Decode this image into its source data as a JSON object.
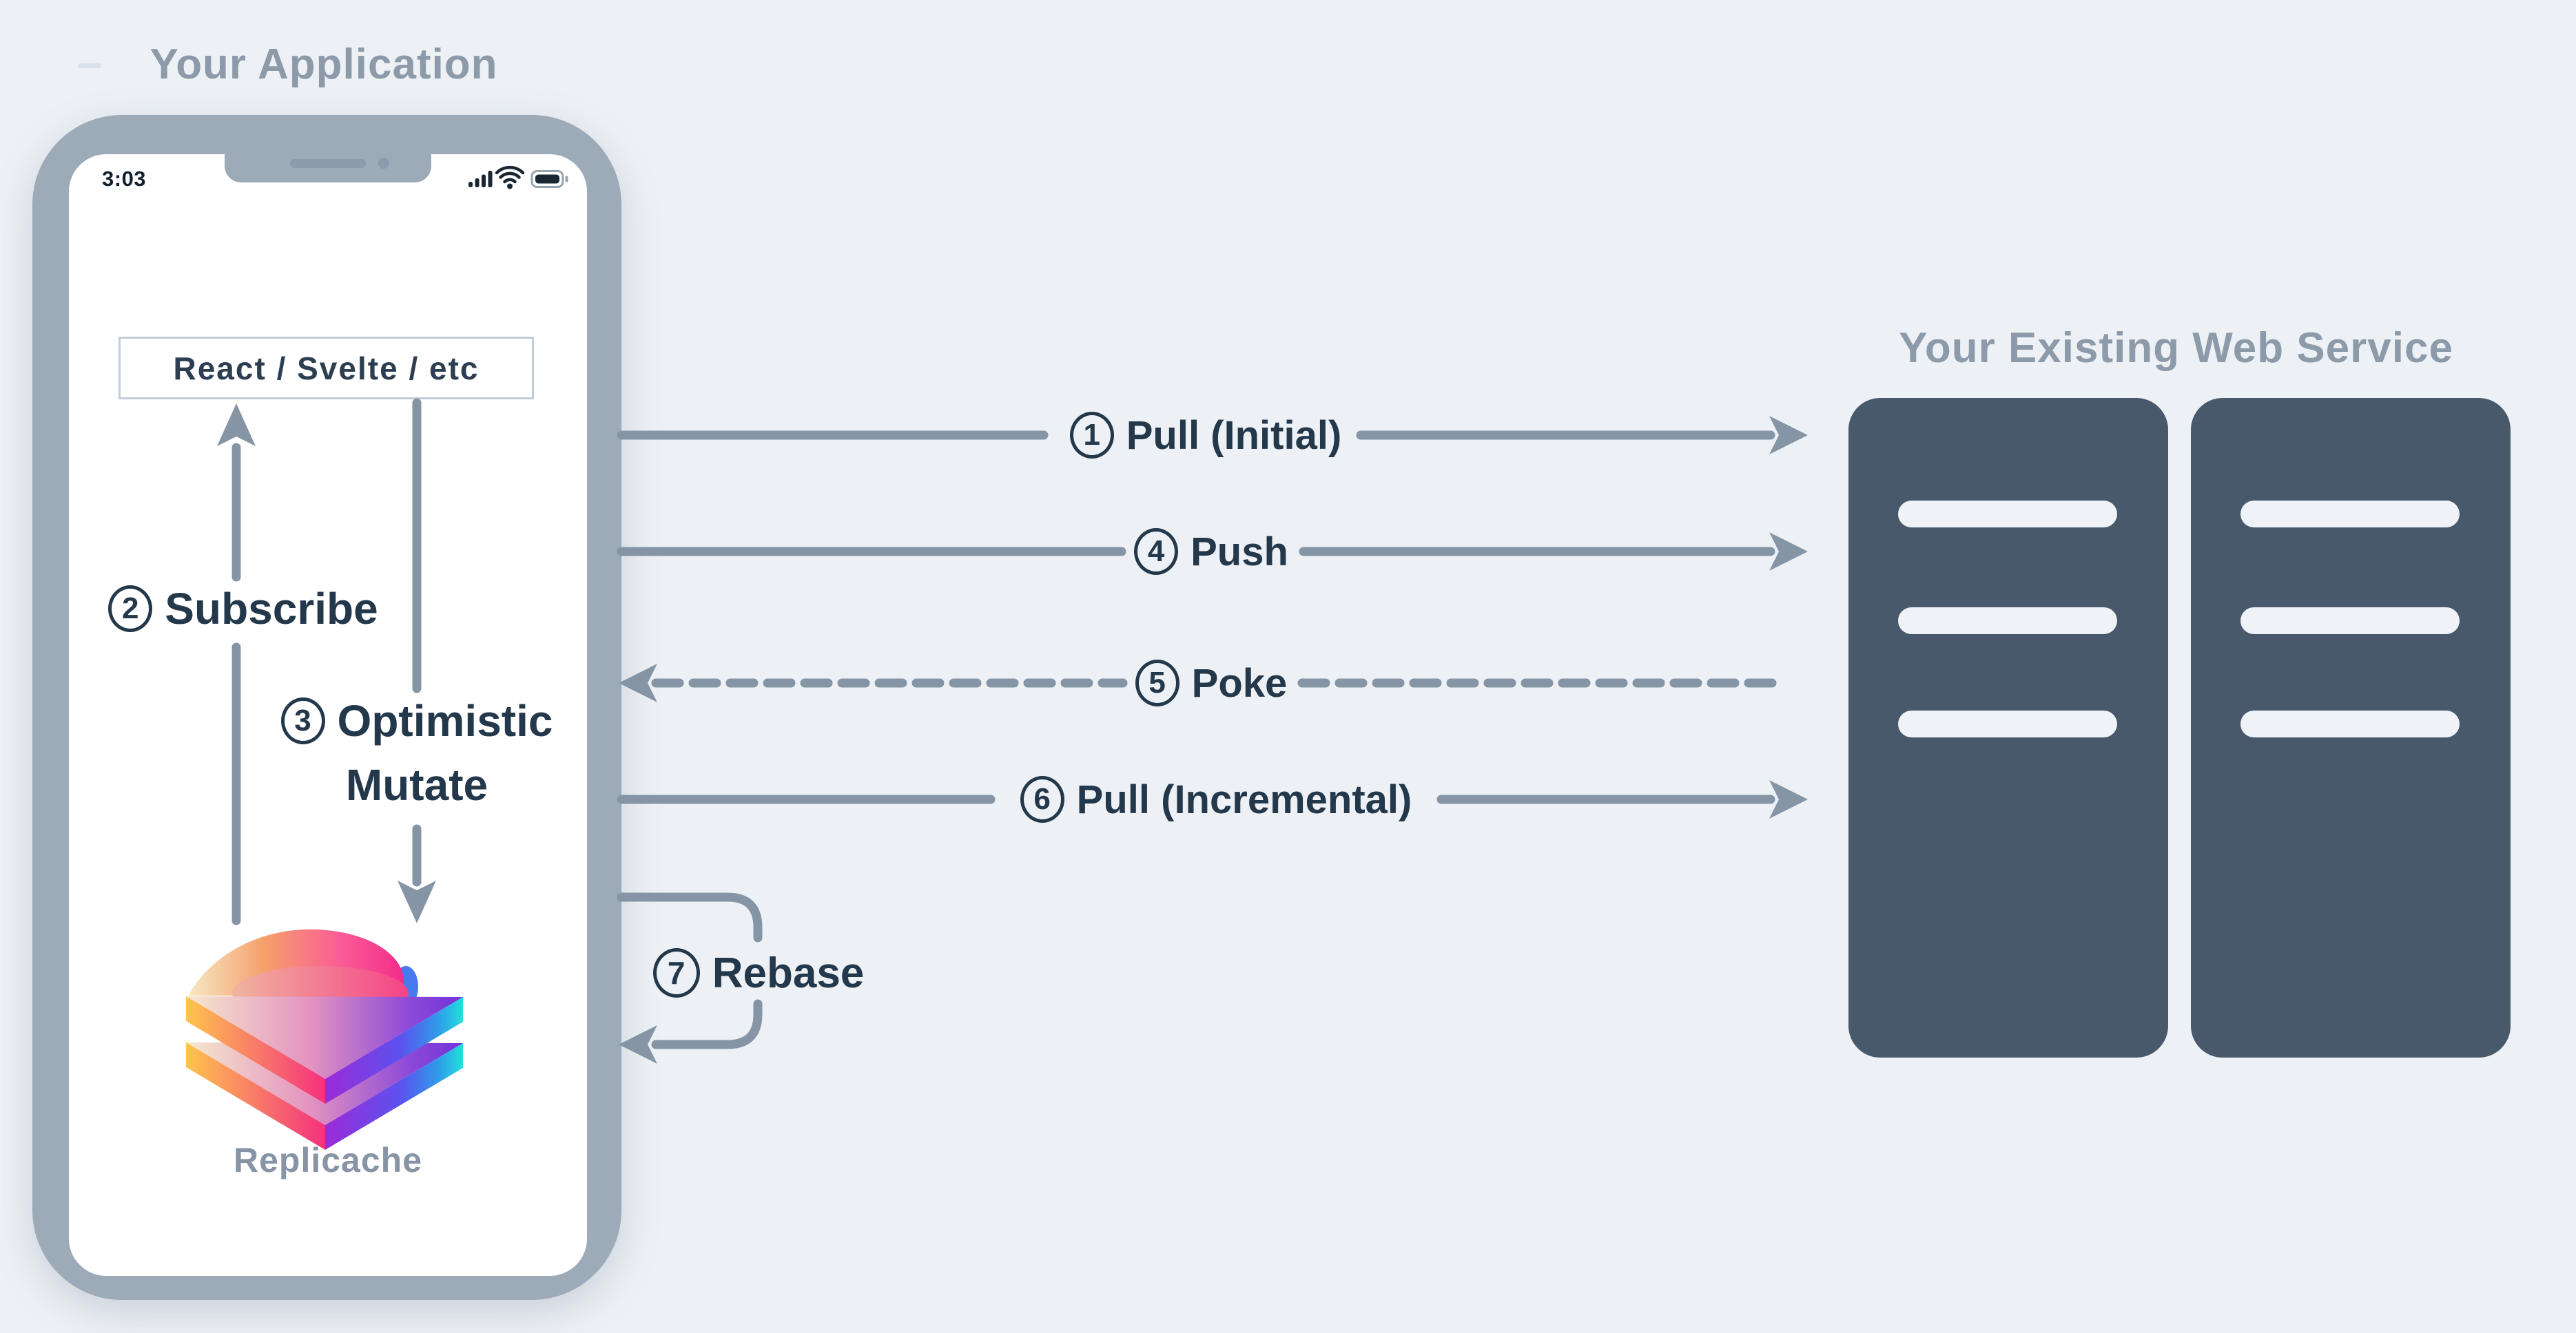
{
  "colors": {
    "background": "#EDF1F5",
    "phone_bezel": "#9DAAB7",
    "connector_gray": "#8595A5",
    "label_dark": "#24384B",
    "section_title_gray": "#8C9AAA",
    "server_tower": "#48596B",
    "framework_box_border": "#C3CDD8",
    "logo_pink": "#F42C8B",
    "logo_purple": "#7331DA",
    "logo_cyan": "#23E0DC",
    "logo_yellow": "#FFC44D"
  },
  "application": {
    "title": "Your Application",
    "status_bar": {
      "time": "3:03",
      "icons": [
        "signal-icon",
        "wifi-icon",
        "battery-icon"
      ]
    },
    "framework_box": "React / Svelte / etc",
    "logo_caption": "Replicache"
  },
  "web_service": {
    "title": "Your Existing Web Service",
    "server_count": 2,
    "slots_per_server": 3
  },
  "flows": {
    "pull_initial": {
      "num": "1",
      "label": "Pull (Initial)",
      "direction": "app-to-server",
      "line_style": "solid"
    },
    "subscribe": {
      "num": "2",
      "label": "Subscribe",
      "direction": "replicache-to-ui",
      "line_style": "solid"
    },
    "optimistic_mutate": {
      "num": "3",
      "label_line1": "Optimistic",
      "label_line2": "Mutate",
      "direction": "ui-to-replicache",
      "line_style": "solid"
    },
    "push": {
      "num": "4",
      "label": "Push",
      "direction": "app-to-server",
      "line_style": "solid"
    },
    "poke": {
      "num": "5",
      "label": "Poke",
      "direction": "server-to-app",
      "line_style": "dashed"
    },
    "pull_incremental": {
      "num": "6",
      "label": "Pull (Incremental)",
      "direction": "app-to-server",
      "line_style": "solid"
    },
    "rebase": {
      "num": "7",
      "label": "Rebase",
      "direction": "self-loop",
      "line_style": "solid"
    }
  }
}
